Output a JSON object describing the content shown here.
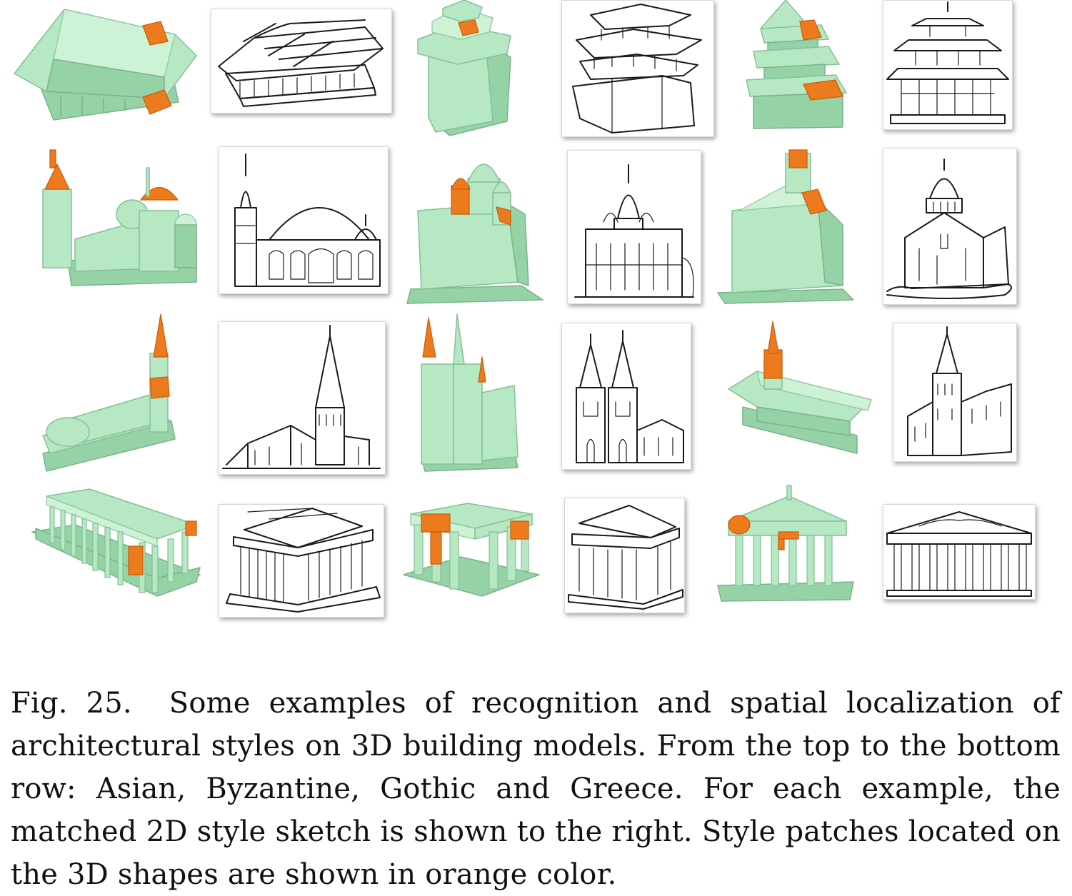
{
  "figure": {
    "rows": [
      "Asian",
      "Byzantine",
      "Gothic",
      "Greece"
    ],
    "colors": {
      "model": "#b5e8c3",
      "patch": "#ee7a1e",
      "sketch_ink": "#1a1a1a"
    },
    "caption": {
      "label": "Fig. 25.",
      "text": "Some examples of recognition and spatial localization of architectural styles on 3D building models. From the top to the bottom row: Asian, Byzantine, Gothic and Greece. For each example, the matched 2D style sketch is shown to the right. Style patches located on the 3D shapes are shown in orange color."
    }
  }
}
